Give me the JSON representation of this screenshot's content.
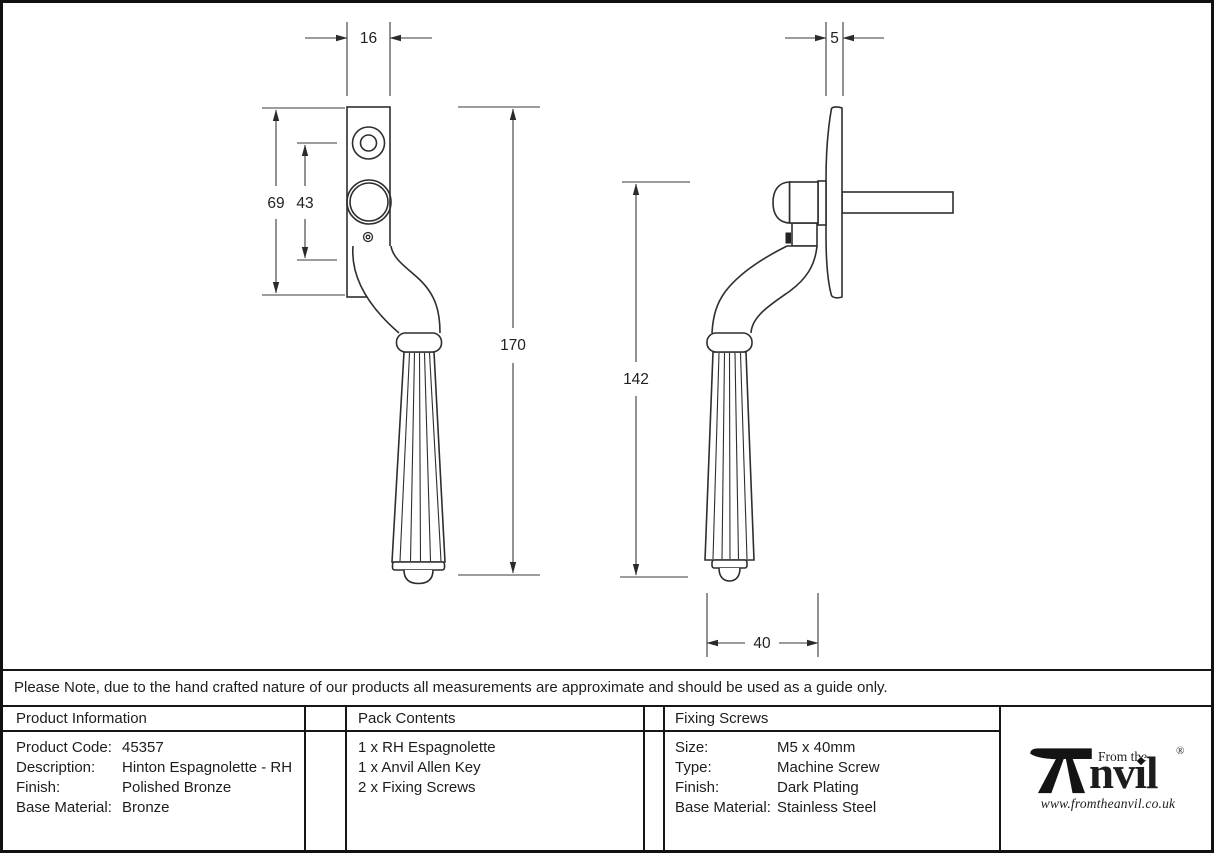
{
  "front_view": {
    "dim_width": "16",
    "dim_plate_height": "69",
    "dim_hole_spacing": "43",
    "dim_total_height": "170"
  },
  "side_view": {
    "dim_thickness": "5",
    "dim_height": "142",
    "dim_depth": "40"
  },
  "note": "Please Note, due to the hand crafted nature of our products all measurements are approximate and should be used as a guide only.",
  "table": {
    "product_information": {
      "header": "Product Information",
      "rows": [
        {
          "label": "Product Code:",
          "value": "45357"
        },
        {
          "label": "Description:",
          "value": "Hinton Espagnolette - RH"
        },
        {
          "label": "Finish:",
          "value": "Polished Bronze"
        },
        {
          "label": "Base Material:",
          "value": "Bronze"
        }
      ]
    },
    "pack_contents": {
      "header": "Pack Contents",
      "items": [
        "1 x RH Espagnolette",
        "1 x Anvil Allen Key",
        "2 x Fixing Screws"
      ]
    },
    "fixing_screws": {
      "header": "Fixing Screws",
      "rows": [
        {
          "label": "Size:",
          "value": "M5 x 40mm"
        },
        {
          "label": "Type:",
          "value": "Machine Screw"
        },
        {
          "label": "Finish:",
          "value": "Dark Plating"
        },
        {
          "label": "Base Material:",
          "value": "Stainless Steel"
        }
      ]
    }
  },
  "logo": {
    "tagline": "From the",
    "brand": "Anvil",
    "brand_after_icon": "nvil",
    "registered": "®",
    "website": "www.fromtheanvil.co.uk"
  }
}
